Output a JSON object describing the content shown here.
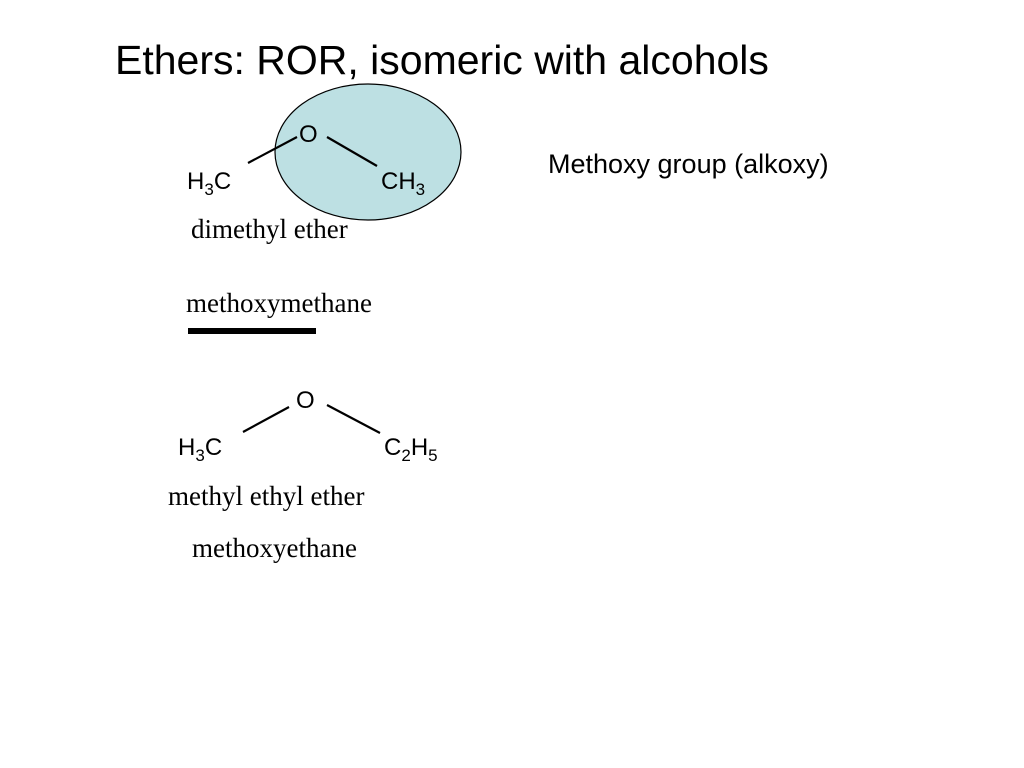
{
  "slide": {
    "title": "Ethers: ROR, isomeric with alcohols",
    "caption": "Methoxy group (alkoxy)",
    "highlight_color": "#bde0e3"
  },
  "molecule1": {
    "oxygen": "O",
    "left_group": {
      "main": "H",
      "sub": "3",
      "tail": "C"
    },
    "right_group": {
      "main": "CH",
      "sub": "3"
    },
    "common_name": "dimethyl ether",
    "iupac_name": "methoxymethane"
  },
  "molecule2": {
    "oxygen": "O",
    "left_group": {
      "main": "H",
      "sub": "3",
      "tail": "C"
    },
    "right_group": {
      "c": "C",
      "sub1": "2",
      "h": "H",
      "sub2": "5"
    },
    "common_name": "methyl ethyl ether",
    "iupac_name": "methoxyethane"
  }
}
